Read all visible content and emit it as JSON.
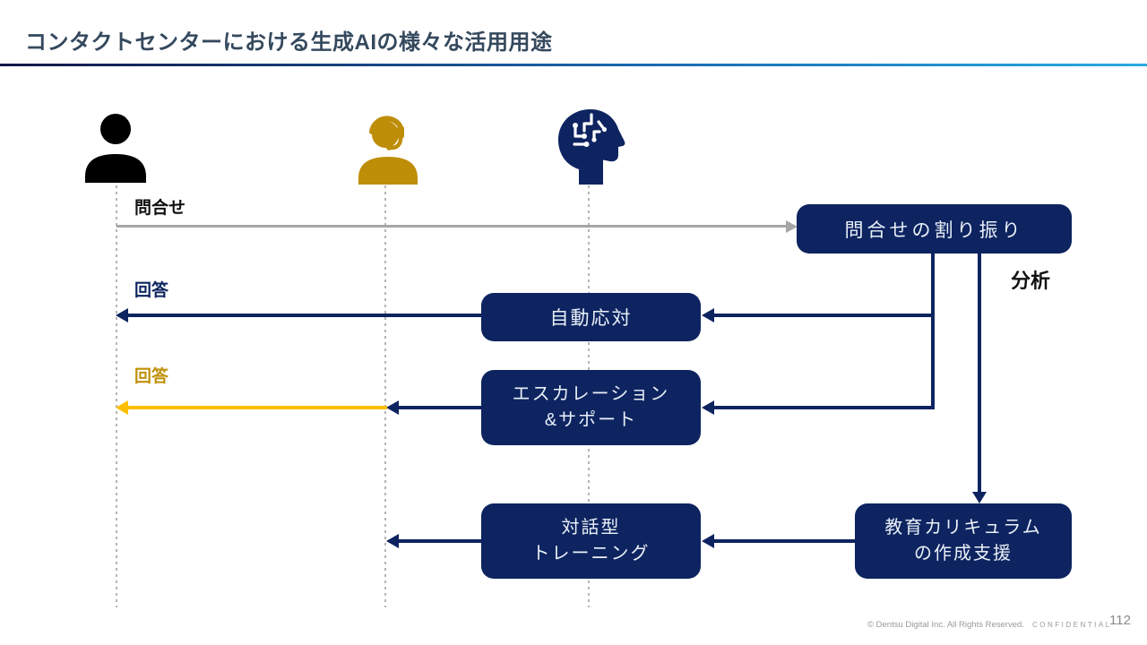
{
  "slide": {
    "title": "コンタクトセンターにおける生成AIの様々な活用用途"
  },
  "actors": [
    {
      "id": "customer",
      "icon": "person-icon",
      "color": "#000000"
    },
    {
      "id": "agent",
      "icon": "agent-headset-icon",
      "color": "#be8e08"
    },
    {
      "id": "ai",
      "icon": "ai-brain-head-icon",
      "color": "#0d2460"
    }
  ],
  "labels": {
    "inquiry": "問合せ",
    "answer_ai": "回答",
    "answer_agent": "回答",
    "analysis": "分析"
  },
  "boxes": {
    "routing": "問合せの割り振り",
    "auto_response": "自動応対",
    "escalation": [
      "エスカレーション",
      "&サポート"
    ],
    "training": [
      "対話型",
      "トレーニング"
    ],
    "curriculum": [
      "教育カリキュラム",
      "の作成支援"
    ]
  },
  "footer": {
    "copyright": "© Dentsu Digital Inc. All Rights Reserved.",
    "confidential": "CONFIDENTIAL",
    "page_number": "112"
  },
  "colors": {
    "navy": "#0d2460",
    "title_color": "#35495e",
    "gold_icon": "#be8e08",
    "gold_label": "#c09007",
    "gold_arrow": "#fdbf00",
    "gray_arrow": "#a6a6a6",
    "lifeline": "#b5b5b5",
    "underline_left": "#131647",
    "underline_right": "#29abe2",
    "footer_gray": "#999999"
  }
}
